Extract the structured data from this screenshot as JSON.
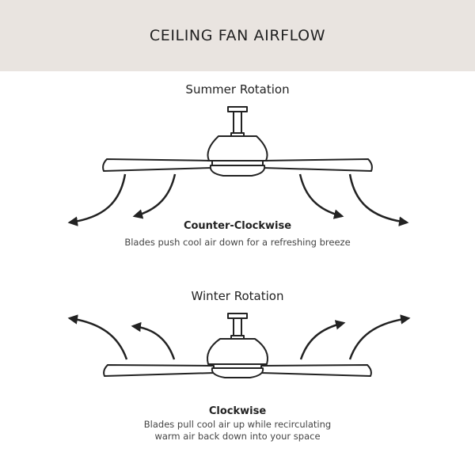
{
  "header": {
    "title": "CEILING FAN AIRFLOW"
  },
  "summer": {
    "title": "Summer Rotation",
    "direction": "Counter-Clockwise",
    "description": "Blades push cool air down for a refreshing breeze"
  },
  "winter": {
    "title": "Winter Rotation",
    "direction": "Clockwise",
    "description_line1": "Blades pull cool air up while recirculating",
    "description_line2": "warm air back down into your space"
  },
  "colors": {
    "header_bg": "#e9e4e0",
    "ink": "#222222"
  },
  "icons": {
    "fan": "ceiling-fan-icon",
    "arrow": "airflow-arrow-icon"
  }
}
